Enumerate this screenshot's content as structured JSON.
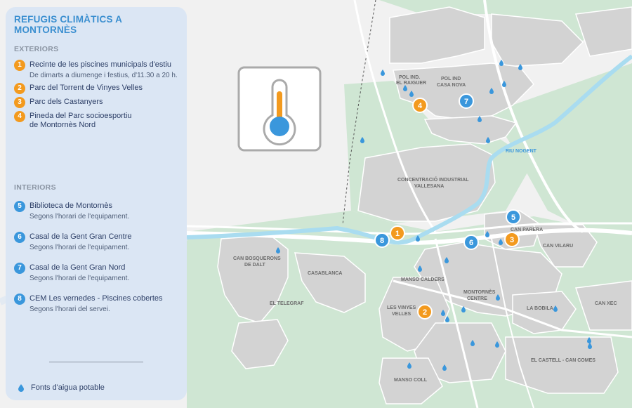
{
  "panel": {
    "title": "REFUGIS CLIMÀTICS A MONTORNÈS",
    "exteriors_heading": "EXTERIORS",
    "interiors_heading": "INTERIORS",
    "exteriors": [
      {
        "num": "1",
        "title": "Recinte de les piscines municipals d'estiu",
        "sub": "De dimarts a diumenge i festius, d'11.30 a 20 h."
      },
      {
        "num": "2",
        "title": "Parc del Torrent de Vinyes Velles",
        "sub": ""
      },
      {
        "num": "3",
        "title": "Parc dels Castanyers",
        "sub": ""
      },
      {
        "num": "4",
        "title": "Pineda del Parc socioesportiu",
        "title2": "de Montornès Nord",
        "sub": ""
      }
    ],
    "interiors": [
      {
        "num": "5",
        "title": "Biblioteca de Montornès",
        "sub": "Segons l'horari de l'equipament."
      },
      {
        "num": "6",
        "title": "Casal de la Gent Gran Centre",
        "sub": "Segons l'horari de l'equipament."
      },
      {
        "num": "7",
        "title": "Casal de la Gent Gran Nord",
        "sub": "Segons l'horari de l'equipament."
      },
      {
        "num": "8",
        "title": "CEM Les vernedes - Piscines cobertes",
        "sub": "Segons l'horari del servei."
      }
    ],
    "legend_label": "Fonts d'aigua potable"
  },
  "map_labels": {
    "pol_ind_raiguer_1": "POL IND.",
    "pol_ind_raiguer_2": "EL RAIGUER",
    "pol_ind_casa_nova_1": "POL IND",
    "pol_ind_casa_nova_2": "CASA NOVA",
    "riu_nogent": "RIU NOGENT",
    "concentracio_1": "CONCENTRACIÓ INDUSTRIAL",
    "concentracio_2": "VALLESANA",
    "can_parera": "CAN PARERA",
    "can_vilaru": "CAN VILARU",
    "can_bosquerons_1": "CAN BOSQUERONS",
    "can_bosquerons_2": "DE DALT",
    "casablanca": "CASABLANCA",
    "manso_calders": "MANSO CALDERS",
    "montornes_centre_1": "MONTORNÈS",
    "montornes_centre_2": "CENTRE",
    "el_telegraf": "EL TELEGRAF",
    "les_vinyes_velles_1": "LES VINYES",
    "les_vinyes_velles_2": "VELLES",
    "la_bobila": "LA BOBILA",
    "can_xec": "CAN XEC",
    "el_castell": "EL CASTELL - CAN COMES",
    "manso_coll": "MANSO COLL"
  },
  "markers": [
    {
      "num": "1",
      "type": "exterior"
    },
    {
      "num": "2",
      "type": "exterior"
    },
    {
      "num": "3",
      "type": "exterior"
    },
    {
      "num": "4",
      "type": "exterior"
    },
    {
      "num": "5",
      "type": "interior"
    },
    {
      "num": "6",
      "type": "interior"
    },
    {
      "num": "7",
      "type": "interior"
    },
    {
      "num": "8",
      "type": "interior"
    }
  ],
  "colors": {
    "exterior": "#f39a1e",
    "interior": "#3a97dc",
    "fountain": "#3a97dc",
    "river": "#a9dcf0",
    "green": "#c7e3cd",
    "urban": "#d2d2d2",
    "title": "#3b8fd0"
  },
  "icon": "thermometer-icon"
}
